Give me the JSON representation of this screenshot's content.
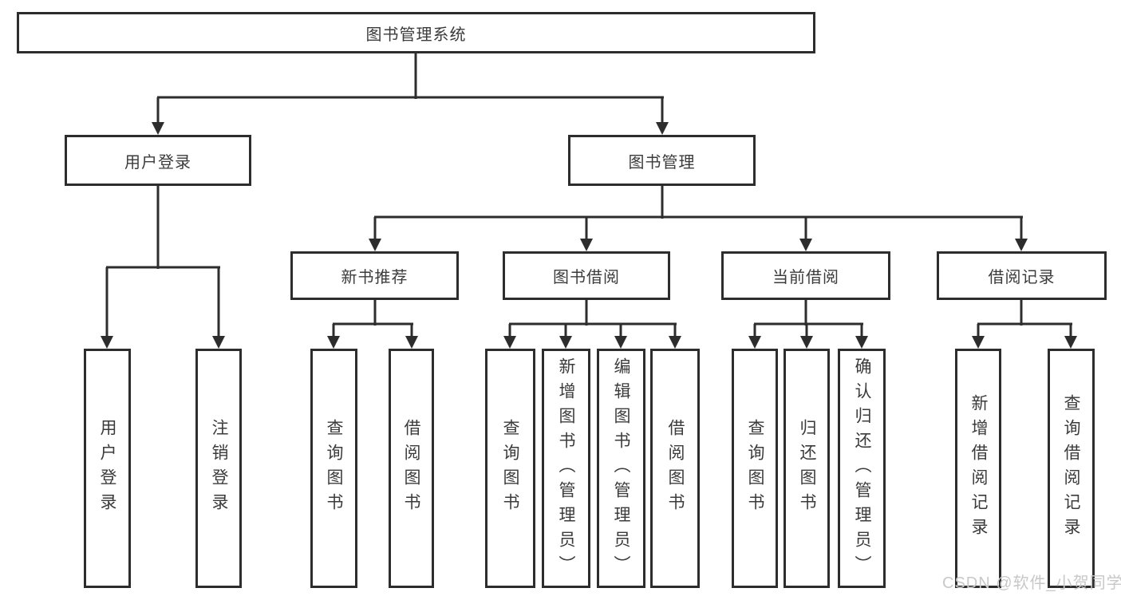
{
  "diagram": {
    "title": "图书管理系统",
    "nodes": {
      "root": {
        "label": "图书管理系统"
      },
      "user_login": {
        "label": "用户登录"
      },
      "book_mgmt": {
        "label": "图书管理"
      },
      "new_book_rec": {
        "label": "新书推荐"
      },
      "book_borrow": {
        "label": "图书借阅"
      },
      "current_borrow": {
        "label": "当前借阅"
      },
      "borrow_records": {
        "label": "借阅记录"
      },
      "leaf_user_login": {
        "label": "用户登录"
      },
      "leaf_logout": {
        "label": "注销登录"
      },
      "leaf_query_books_1": {
        "label": "查询图书"
      },
      "leaf_borrow_books_1": {
        "label": "借阅图书"
      },
      "leaf_query_books_2": {
        "label": "查询图书"
      },
      "leaf_add_books": {
        "label": "新增图书（管理员）"
      },
      "leaf_edit_books": {
        "label": "编辑图书（管理员）"
      },
      "leaf_borrow_books_2": {
        "label": "借阅图书"
      },
      "leaf_query_books_3": {
        "label": "查询图书"
      },
      "leaf_return_books": {
        "label": "归还图书"
      },
      "leaf_confirm_return": {
        "label": "确认归还（管理员）"
      },
      "leaf_add_record": {
        "label": "新增借阅记录"
      },
      "leaf_query_record": {
        "label": "查询借阅记录"
      }
    },
    "structure": [
      {
        "parent": "root",
        "children": [
          "user_login",
          "book_mgmt"
        ]
      },
      {
        "parent": "user_login",
        "children": [
          "leaf_user_login",
          "leaf_logout"
        ]
      },
      {
        "parent": "book_mgmt",
        "children": [
          "new_book_rec",
          "book_borrow",
          "current_borrow",
          "borrow_records"
        ]
      },
      {
        "parent": "new_book_rec",
        "children": [
          "leaf_query_books_1",
          "leaf_borrow_books_1"
        ]
      },
      {
        "parent": "book_borrow",
        "children": [
          "leaf_query_books_2",
          "leaf_add_books",
          "leaf_edit_books",
          "leaf_borrow_books_2"
        ]
      },
      {
        "parent": "current_borrow",
        "children": [
          "leaf_query_books_3",
          "leaf_return_books",
          "leaf_confirm_return"
        ]
      },
      {
        "parent": "borrow_records",
        "children": [
          "leaf_add_record",
          "leaf_query_record"
        ]
      }
    ],
    "colors": {
      "line": "#2d2d2d",
      "text": "#3b3b3b",
      "background": "#ffffff",
      "watermark": "#c8c8c8"
    }
  },
  "watermark": {
    "text": "CSDN @软件_小贺同学"
  }
}
